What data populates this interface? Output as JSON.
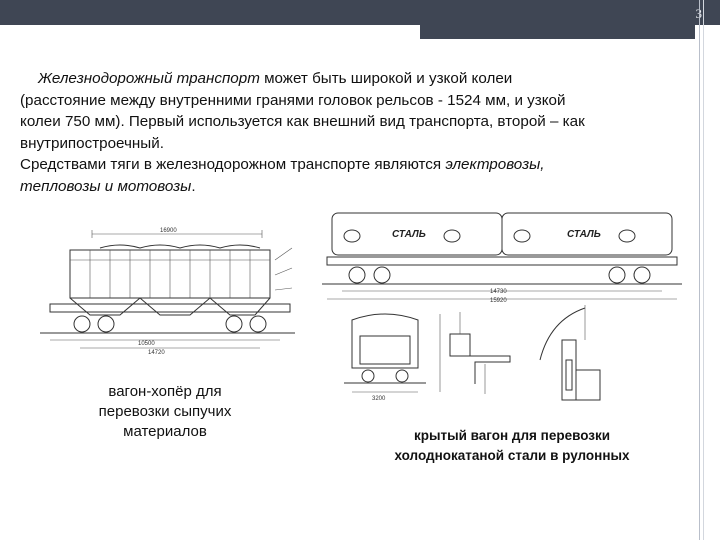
{
  "slide": {
    "page_number": "3",
    "paragraph": {
      "line1_italic": "Железнодорожный транспорт",
      "line1_rest": " может быть широкой и узкой колеи",
      "line2": "(расстояние между внутренними гранями головок рельсов - 1524 мм, и узкой",
      "line3": "колеи 750 мм). Первый используется как внешний вид транспорта, второй – как",
      "line4": "внутрипостроечный.",
      "line5_start": "Средствами тяги в железнодорожном транспорте являются ",
      "line5_italic": "электровозы,",
      "line6_italic": "тепловозы и мотовозы",
      "line6_end": "."
    },
    "captions": {
      "hopper": "вагон-хопёр для перевозки сыпучих материалов",
      "covered": "крытый вагон для перевозки холоднокатаной стали в рулонных"
    },
    "drawings": {
      "hopper_length": "16900",
      "hopper_bottom1": "10500",
      "hopper_bottom2": "14720",
      "covered_side_text1": "СТАЛЬ",
      "covered_side_text2": "СТАЛЬ",
      "covered_length": "14730",
      "covered_length2": "15920",
      "covered_end_width": "3200"
    }
  }
}
